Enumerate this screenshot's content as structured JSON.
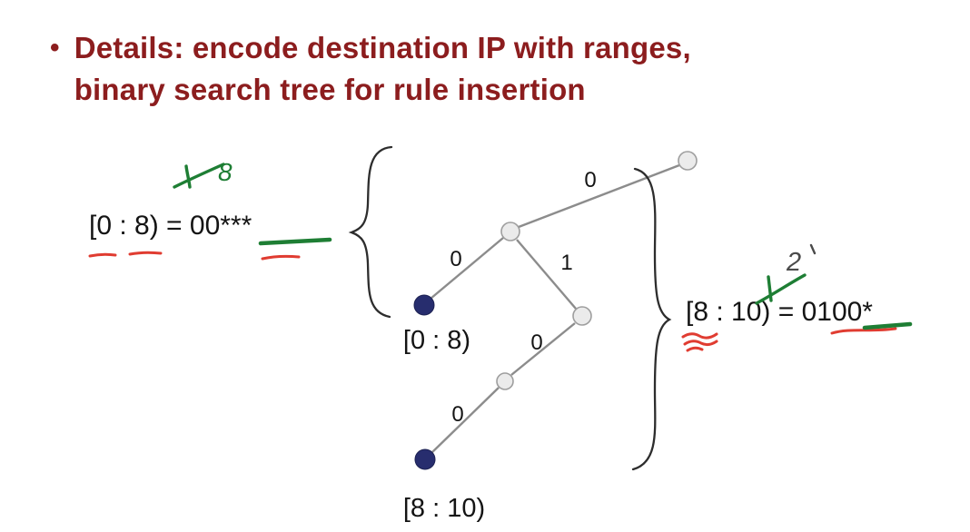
{
  "title": {
    "bullet": "•",
    "line1": "Details: encode destination IP with ranges,",
    "line2": "binary search tree for rule insertion"
  },
  "tree": {
    "edge_labels": {
      "root_to_b": "0",
      "b_to_leaf1": "0",
      "b_to_c": "1",
      "c_to_d": "0",
      "d_to_leaf2": "0"
    },
    "leaf1_label": "[0 : 8)",
    "leaf2_label": "[8 : 10)"
  },
  "annotations": {
    "left": "[0 : 8) = 00***",
    "right": "[8 : 10) = 0100*",
    "handwritten_left": "8",
    "handwritten_right": "2"
  },
  "colors": {
    "title": "#8C1D1E",
    "leaf_node": "#272D6E",
    "inner_node_fill": "#EBEBEB",
    "inner_node_stroke": "#9E9E9E",
    "edge": "#8C8C8C",
    "ink_green": "#1E7E34",
    "ink_red": "#E03C31",
    "ink_dark": "#4A4A4A"
  }
}
